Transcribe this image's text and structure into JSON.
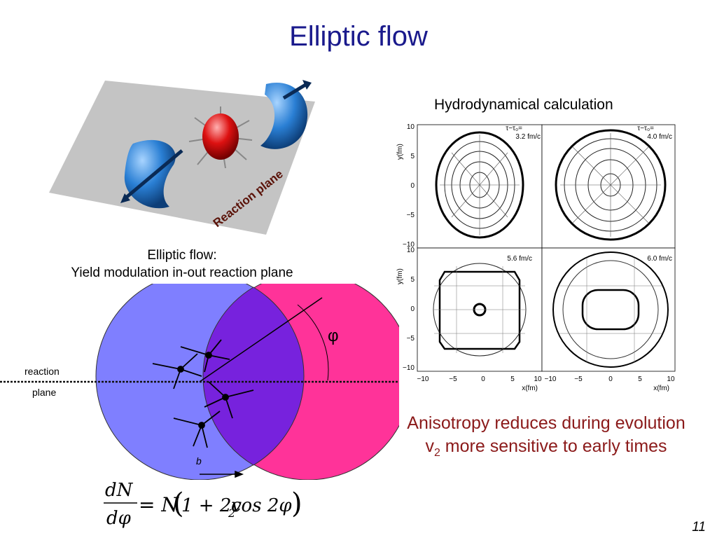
{
  "slide": {
    "title": "Elliptic flow",
    "page_number": "11"
  },
  "illustration": {
    "plane_label": "Reaction plane"
  },
  "hydro": {
    "label": "Hydrodynamical calculation",
    "panels": [
      {
        "time_label_line1": "τ−τ₀=",
        "time_label_line2": "3.2 fm/c"
      },
      {
        "time_label_line1": "τ−τ₀=",
        "time_label_line2": "4.0 fm/c"
      },
      {
        "time_label_line1": "",
        "time_label_line2": "5.6 fm/c"
      },
      {
        "time_label_line1": "",
        "time_label_line2": "6.0 fm/c"
      }
    ],
    "y_axis_label": "y(fm)",
    "x_axis_label": "x(fm)",
    "y_ticks": [
      "10",
      "5",
      "0",
      "−5",
      "−10"
    ],
    "x_ticks_left": [
      "−10",
      "−5",
      "0",
      "5",
      "10"
    ],
    "x_ticks_right": [
      "−10",
      "−5",
      "0",
      "5",
      "10"
    ]
  },
  "caption": {
    "line1": "Elliptic flow:",
    "line2": "Yield modulation in-out reaction plane"
  },
  "overlap": {
    "phi_symbol": "φ",
    "reaction_label": "reaction",
    "plane_label": "plane",
    "impact_label": "b"
  },
  "formula": {
    "numerator": "dN",
    "denominator": "dφ",
    "rhs_prefix": "= N",
    "rhs_body": "1 + 2v",
    "rhs_sub": "2",
    "rhs_tail": " cos 2φ"
  },
  "anisotropy": {
    "line1": "Anisotropy reduces during evolution",
    "line2_prefix": "v",
    "line2_sub": "2",
    "line2_rest": " more sensitive to early times"
  },
  "colors": {
    "title": "#1a1a8c",
    "nucleus_left": "#7f7fff",
    "nucleus_right": "#ff3399",
    "overlap": "#7722dd",
    "anisotropy_text": "#8b1a1a",
    "nucleus_blob": "#2a7fd4",
    "fireball": "#dd1111"
  }
}
